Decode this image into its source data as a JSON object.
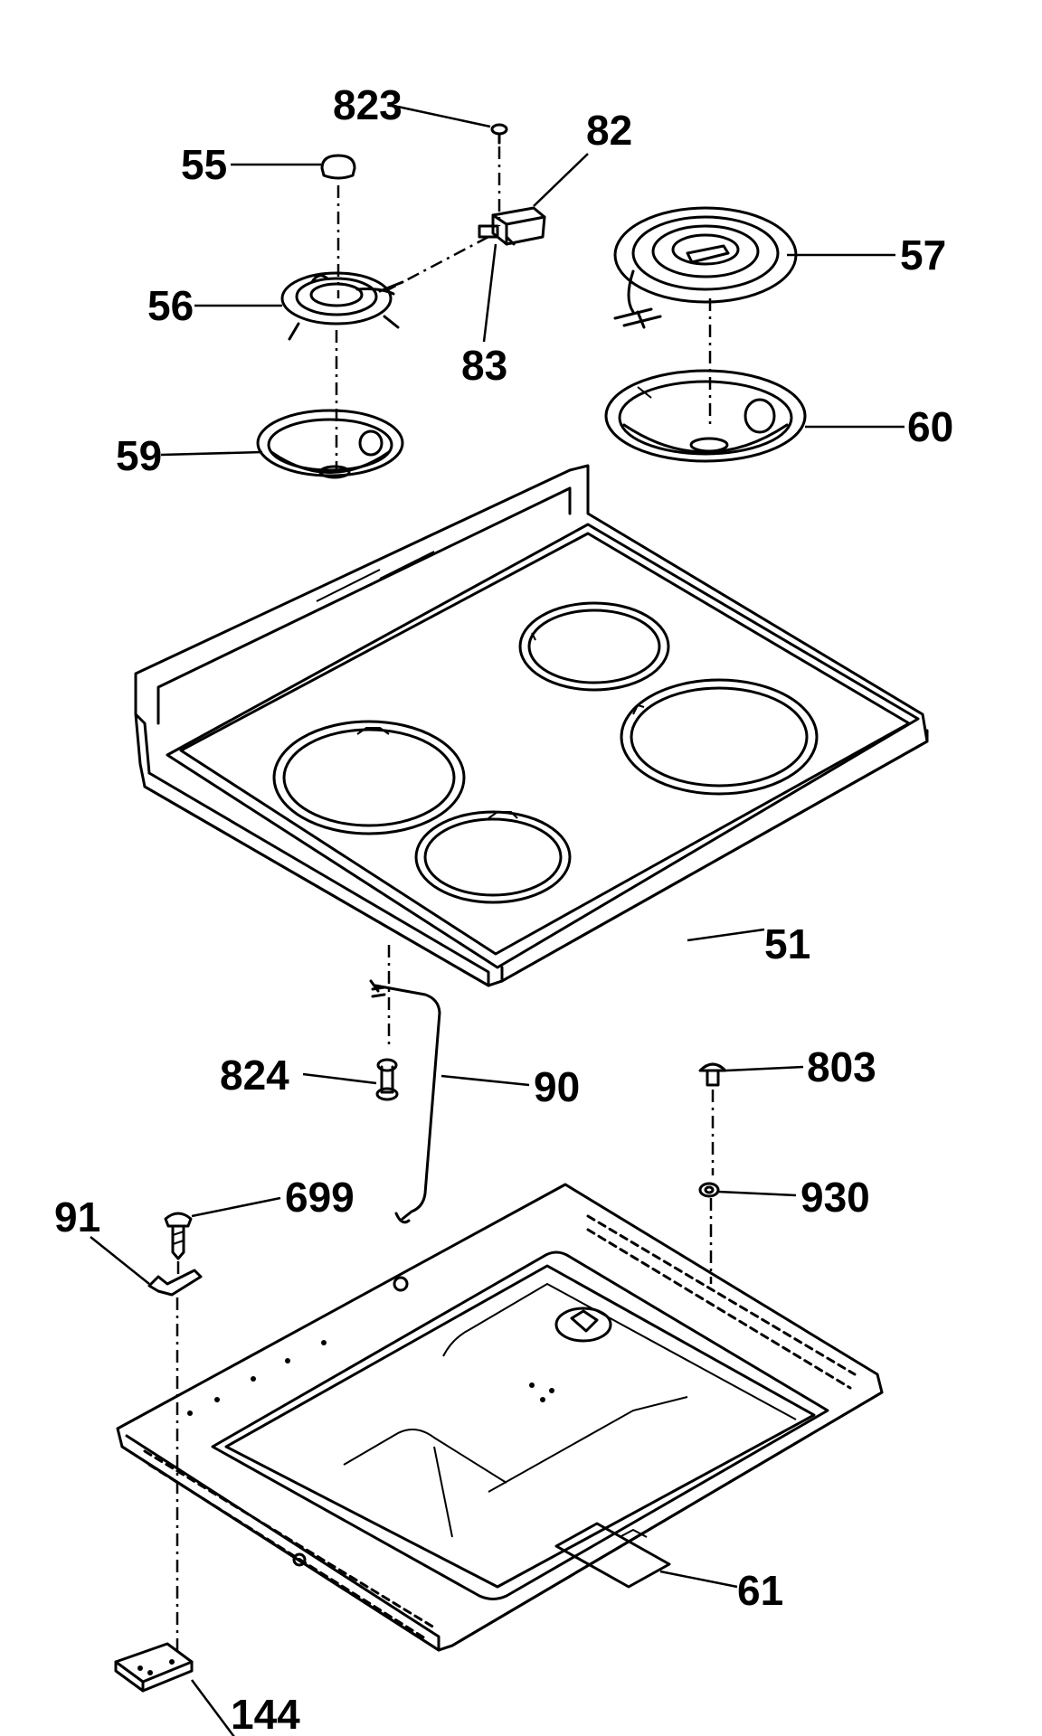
{
  "labels": {
    "p823": "823",
    "p82": "82",
    "p55": "55",
    "p57": "57",
    "p56": "56",
    "p83": "83",
    "p60": "60",
    "p59": "59",
    "p51": "51",
    "p824": "824",
    "p90": "90",
    "p803": "803",
    "p930": "930",
    "p91": "91",
    "p699": "699",
    "p61": "61",
    "p144": "144"
  },
  "colors": {
    "line": "#000000",
    "background": "#ffffff"
  }
}
